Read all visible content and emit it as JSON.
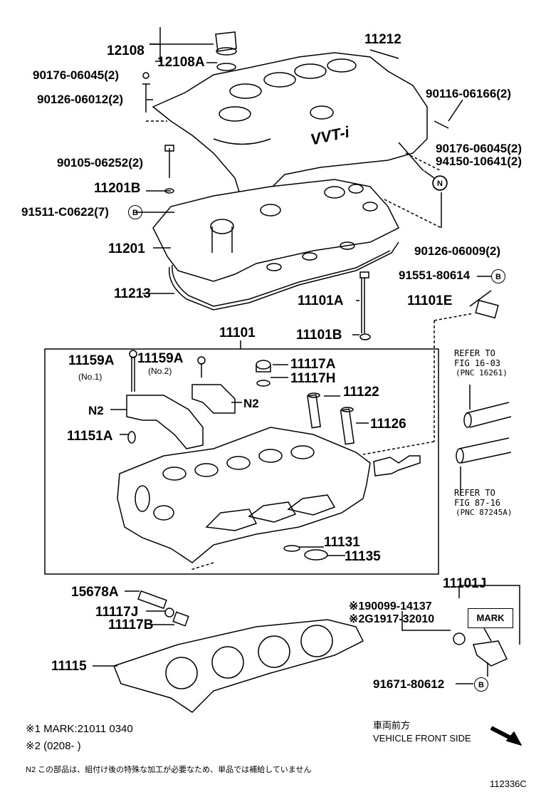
{
  "labels": {
    "p12108": "12108",
    "p12108A": "12108A",
    "p11212": "11212",
    "p90176a": "90176-06045(2)",
    "p90126a": "90126-06012(2)",
    "p90116": "90116-06166(2)",
    "p90176b": "90176-06045(2)",
    "p94150": "94150-10641(2)",
    "p90105": "90105-06252(2)",
    "p11201B": "11201B",
    "p91511": "91511-C0622(7)",
    "p11201": "11201",
    "p90126b": "90126-06009(2)",
    "p91551": "91551-80614",
    "p11213": "11213",
    "p11101A": "11101A",
    "p11101E": "11101E",
    "p11101B": "11101B",
    "p11101": "11101",
    "p11159A_1": "11159A",
    "p11159A_2": "11159A",
    "no1": "(No.1)",
    "no2": "(No.2)",
    "p11117A": "11117A",
    "p11117H": "11117H",
    "p11122": "11122",
    "n2a": "N2",
    "n2b": "N2",
    "p11126": "11126",
    "p11151A": "11151A",
    "p11131": "11131",
    "p11135": "11135",
    "p11101J": "11101J",
    "p15678A": "15678A",
    "p11117J": "11117J",
    "p11117B": "11117B",
    "p90099": "※190099-14137",
    "pG1917": "※2G1917-32010",
    "p11115": "11115",
    "p91671": "91671-80612",
    "mark": "MARK",
    "vvti": "VVT-i"
  },
  "refer": {
    "r1_line1": "REFER TO",
    "r1_line2": "FIG 16-03",
    "r1_line3": "(PNC 16261)",
    "r2_line1": "REFER TO",
    "r2_line2": "FIG 87-16",
    "r2_line3": "(PNC 87245A)"
  },
  "circles": {
    "b1": "B",
    "n1": "N",
    "b2": "B",
    "b3": "B"
  },
  "notes": {
    "n1": "※1 MARK:21011 0340",
    "n2": "※2 (0208-       )",
    "direction_jp": "車両前方",
    "direction_en": "VEHICLE FRONT SIDE",
    "footnote": "N2 この部品は、組付け後の特殊な加工が必要なため、単品では補給していません",
    "figure_code": "112336C"
  }
}
